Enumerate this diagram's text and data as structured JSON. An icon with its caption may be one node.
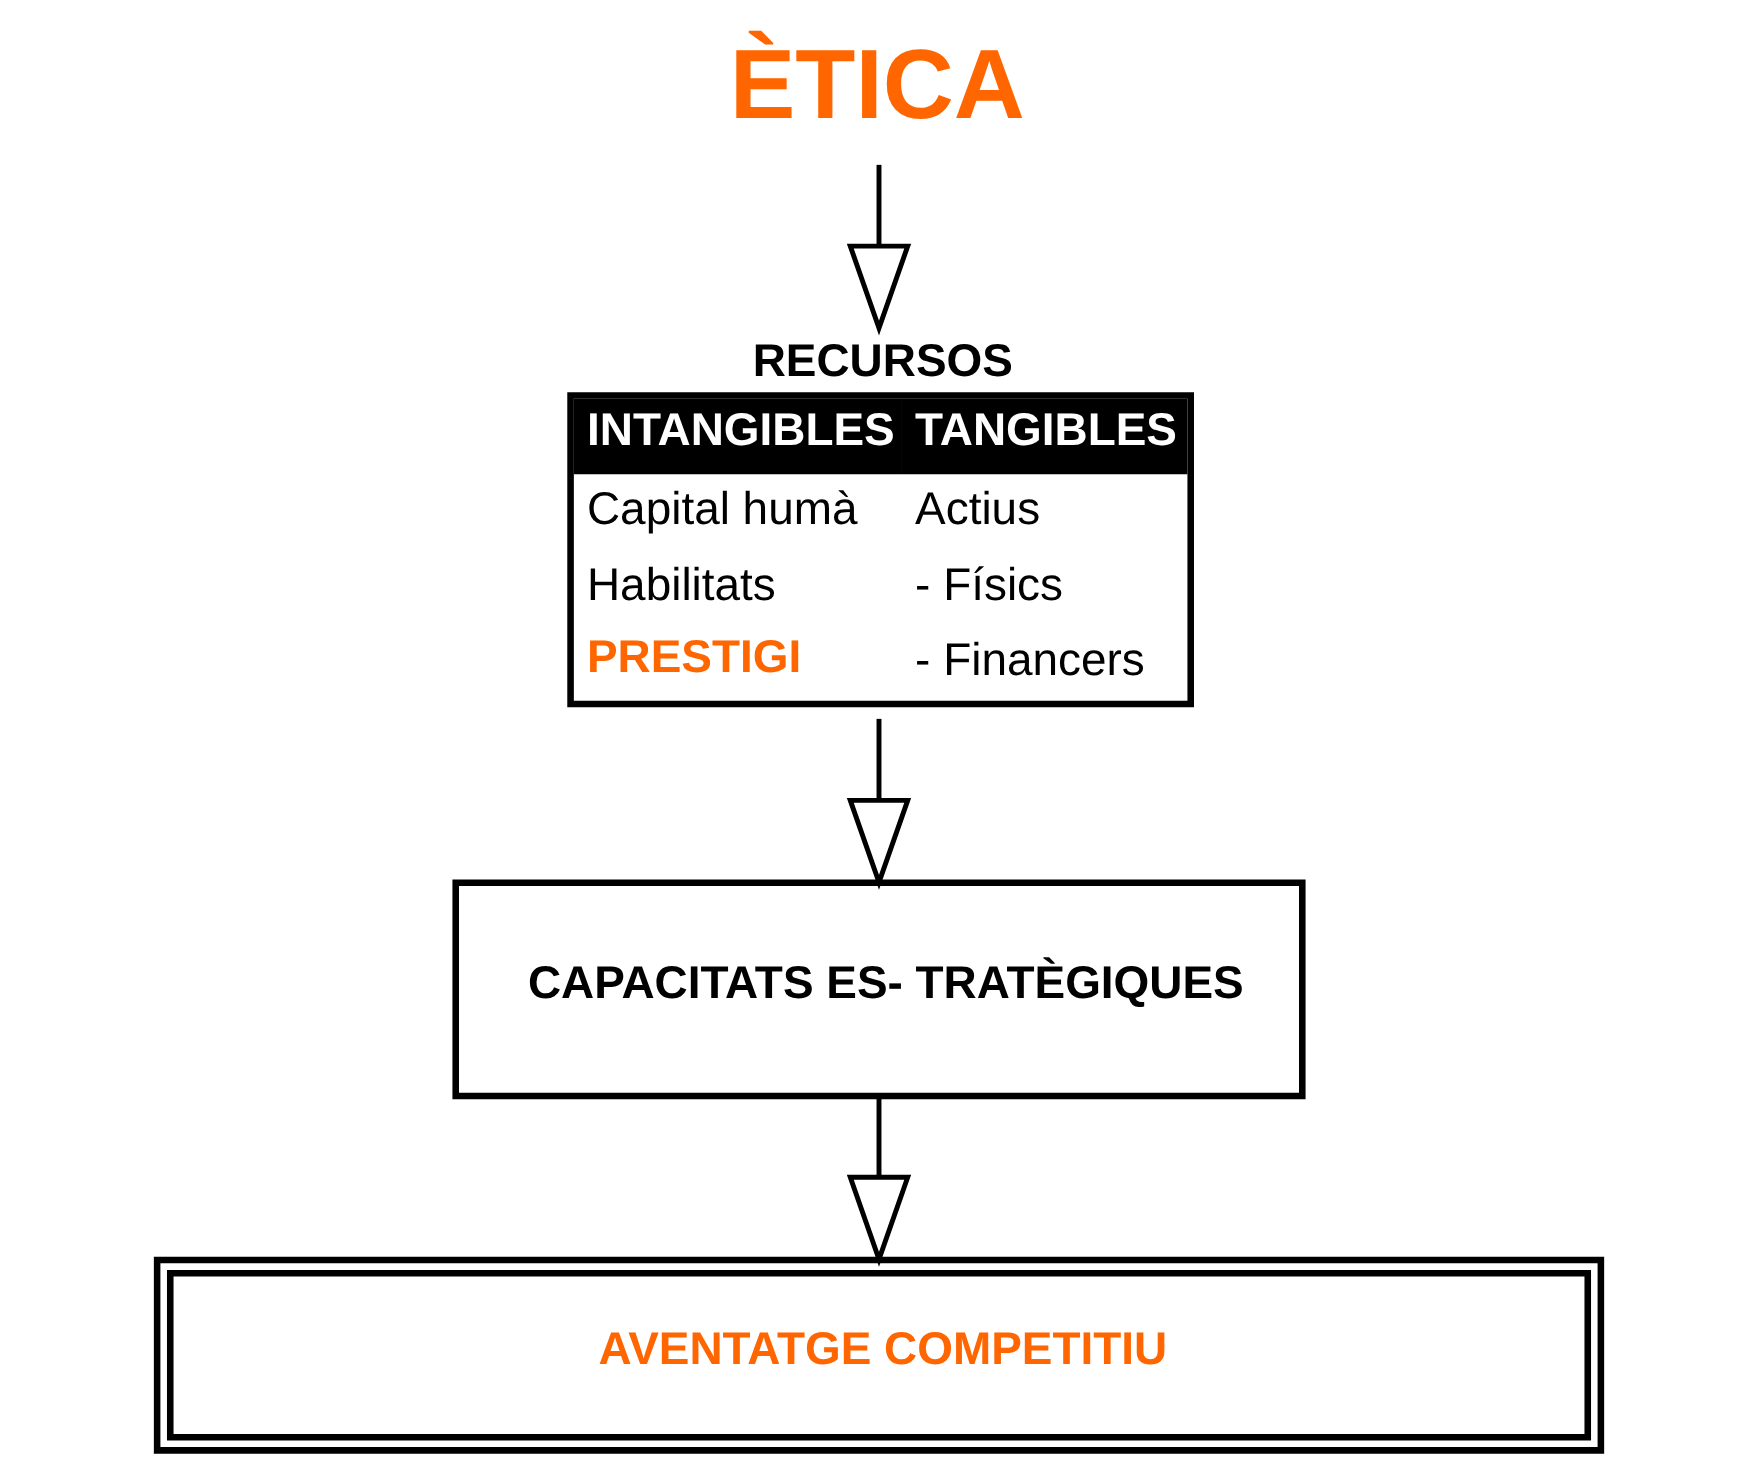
{
  "diagram": {
    "nodes": [
      {
        "text": [
          "ÈTICA"
        ]
      },
      {
        "text": [
          "RECURSOS",
          "INTANGIBLES",
          "TANGIBLES",
          "Capital humà",
          "Actius",
          "Habilitats",
          "- Físics",
          "PRESTIGI",
          "- Financers"
        ]
      },
      {
        "text": [
          "CAPACITATS ES- TRATÈGIQUES"
        ]
      },
      {
        "text": [
          "AVENTATGE COMPETITIU"
        ]
      }
    ],
    "edges": [
      {
        "from": 0,
        "to": 1,
        "arrow": "to"
      },
      {
        "from": 1,
        "to": 2,
        "arrow": "to"
      },
      {
        "from": 2,
        "to": 3,
        "arrow": "to"
      }
    ]
  }
}
